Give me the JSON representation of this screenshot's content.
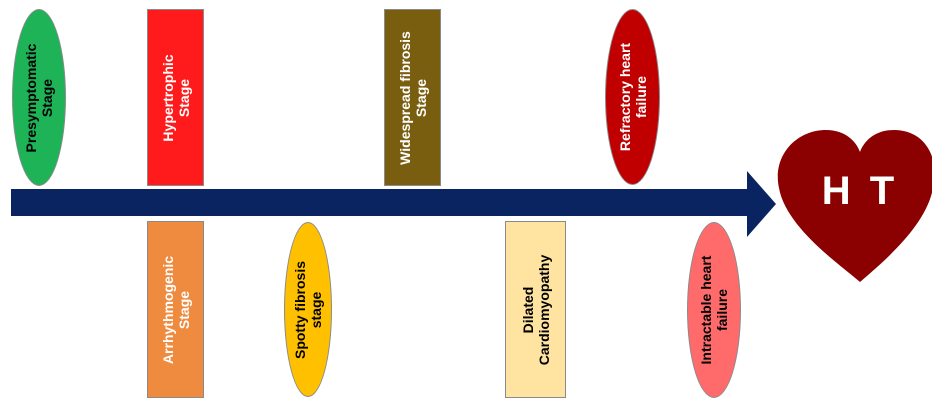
{
  "diagram": {
    "stages_above": [
      {
        "id": "presymptomatic",
        "label": "Presymptomatic\nStage",
        "shape": "ellipse",
        "color": "#1db356",
        "text_color": "#000000"
      },
      {
        "id": "hypertrophic",
        "label": "Hypertrophic\nStage",
        "shape": "rectangle",
        "color": "#ff1b1b",
        "text_color": "#ffffff"
      },
      {
        "id": "widespread",
        "label": "Widespread fibrosis\nStage",
        "shape": "rectangle",
        "color": "#7a5e10",
        "text_color": "#ffffff"
      },
      {
        "id": "refractory",
        "label": "Refractory heart\nfailure",
        "shape": "ellipse",
        "color": "#c00000",
        "text_color": "#ffffff"
      }
    ],
    "stages_below": [
      {
        "id": "arrhythmogenic",
        "label": "Arrhythmogenic\nStage",
        "shape": "rectangle",
        "color": "#ee8b3f",
        "text_color": "#ffffff"
      },
      {
        "id": "spotty",
        "label": "Spotty fibrosis\nstage",
        "shape": "ellipse",
        "color": "#ffc000",
        "text_color": "#000000"
      },
      {
        "id": "dilated",
        "label": "Dilated\nCardiomyopathy",
        "shape": "rectangle",
        "color": "#ffe3a0",
        "text_color": "#000000"
      },
      {
        "id": "intractable",
        "label": "Intractable heart\nfailure",
        "shape": "ellipse",
        "color": "#ff6b6b",
        "text_color": "#000000"
      }
    ],
    "arrow_color": "#0a2461",
    "endpoint": {
      "label": "H T",
      "shape": "heart",
      "color": "#8b0000",
      "text_color": "#ffffff"
    }
  }
}
